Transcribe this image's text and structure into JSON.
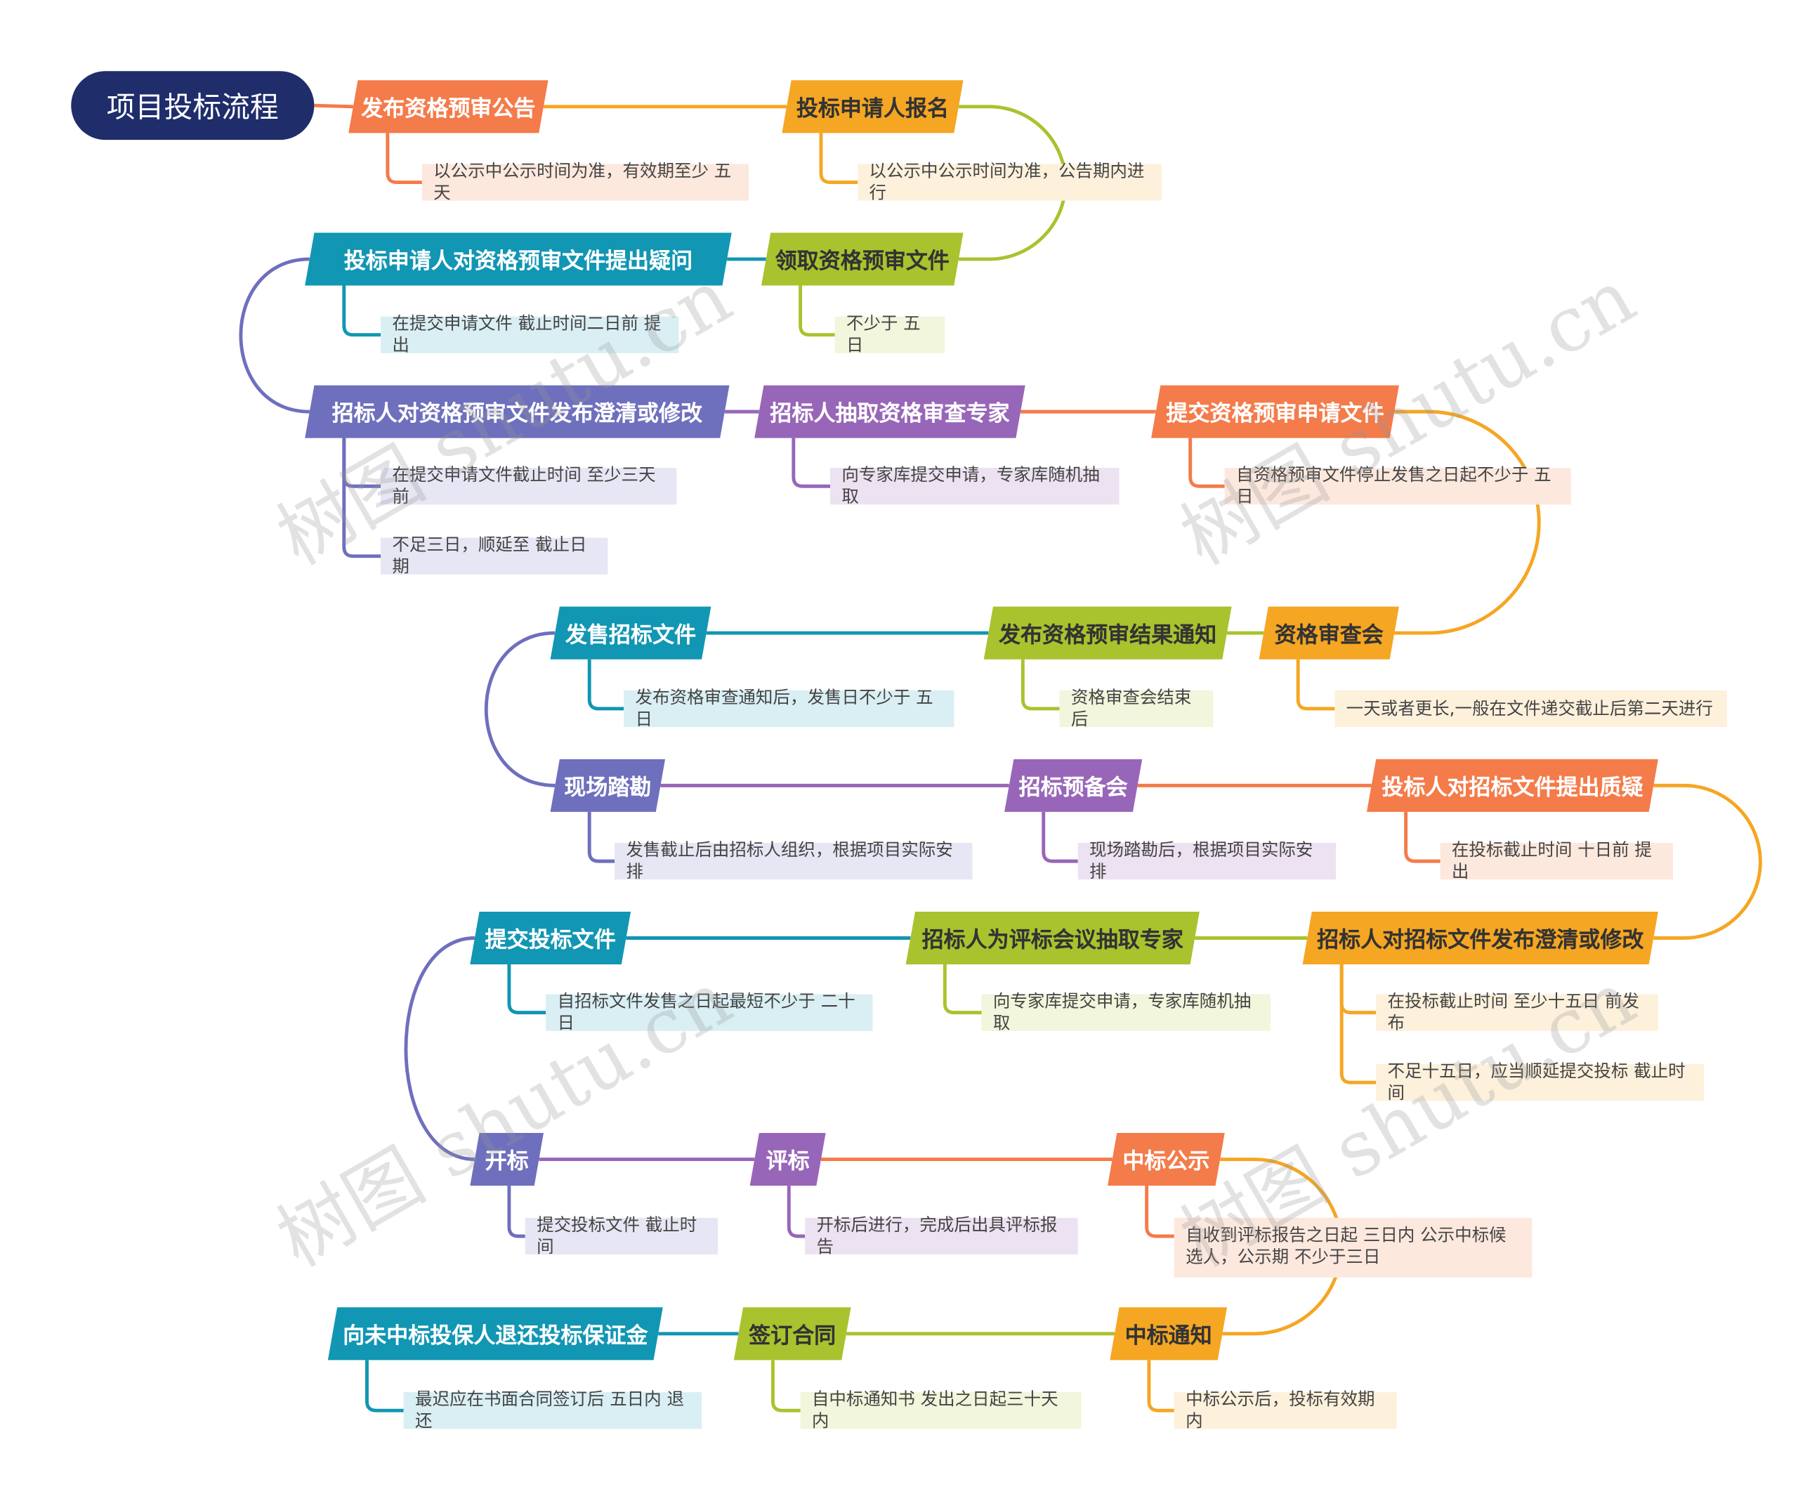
{
  "root": "项目投标流程",
  "colors": {
    "root": "#1f2d6b",
    "orange_red": "#f47b4a",
    "orange": "#f5a623",
    "lime": "#a8c32e",
    "teal": "#1196b3",
    "indigo": "#6e6fbd",
    "purple": "#9866b8"
  },
  "nodes": [
    {
      "id": "n1",
      "label": "发布资格预审公告",
      "color": "orange_red"
    },
    {
      "id": "n2",
      "label": "投标申请人报名",
      "color": "orange"
    },
    {
      "id": "n3",
      "label": "领取资格预审文件",
      "color": "lime"
    },
    {
      "id": "n4",
      "label": "投标申请人对资格预审文件提出疑问",
      "color": "teal"
    },
    {
      "id": "n5",
      "label": "招标人对资格预审文件发布澄清或修改",
      "color": "indigo"
    },
    {
      "id": "n6",
      "label": "招标人抽取资格审查专家",
      "color": "purple"
    },
    {
      "id": "n7",
      "label": "提交资格预审申请文件",
      "color": "orange_red"
    },
    {
      "id": "n8",
      "label": "资格审查会",
      "color": "orange"
    },
    {
      "id": "n9",
      "label": "发布资格预审结果通知",
      "color": "lime"
    },
    {
      "id": "n10",
      "label": "发售招标文件",
      "color": "teal"
    },
    {
      "id": "n11",
      "label": "现场踏勘",
      "color": "indigo"
    },
    {
      "id": "n12",
      "label": "招标预备会",
      "color": "purple"
    },
    {
      "id": "n13",
      "label": "投标人对招标文件提出质疑",
      "color": "orange_red"
    },
    {
      "id": "n14",
      "label": "招标人对招标文件发布澄清或修改",
      "color": "orange"
    },
    {
      "id": "n15",
      "label": "招标人为评标会议抽取专家",
      "color": "lime"
    },
    {
      "id": "n16",
      "label": "提交投标文件",
      "color": "teal"
    },
    {
      "id": "n17",
      "label": "开标",
      "color": "indigo"
    },
    {
      "id": "n18",
      "label": "评标",
      "color": "purple"
    },
    {
      "id": "n19",
      "label": "中标公示",
      "color": "orange_red"
    },
    {
      "id": "n20",
      "label": "中标通知",
      "color": "orange"
    },
    {
      "id": "n21",
      "label": "签订合同",
      "color": "lime"
    },
    {
      "id": "n22",
      "label": "向未中标投保人退还投标保证金",
      "color": "teal"
    }
  ],
  "notes": [
    {
      "parent": "n1",
      "text": "以公示中公示时间为准，有效期至少 五天"
    },
    {
      "parent": "n2",
      "text": "以公示中公示时间为准，公告期内进行"
    },
    {
      "parent": "n3",
      "text": "不少于 五日"
    },
    {
      "parent": "n4",
      "text": "在提交申请文件 截止时间二日前 提出"
    },
    {
      "parent": "n5",
      "text": "在提交申请文件截止时间 至少三天前"
    },
    {
      "parent": "n5",
      "text": "不足三日，顺延至 截止日期"
    },
    {
      "parent": "n6",
      "text": "向专家库提交申请，专家库随机抽取"
    },
    {
      "parent": "n7",
      "text": "自资格预审文件停止发售之日起不少于 五日"
    },
    {
      "parent": "n8",
      "text": "一天或者更长,一般在文件递交截止后第二天进行"
    },
    {
      "parent": "n9",
      "text": "资格审查会结束后"
    },
    {
      "parent": "n10",
      "text": "发布资格审查通知后，发售日不少于 五日"
    },
    {
      "parent": "n11",
      "text": "发售截止后由招标人组织，根据项目实际安排"
    },
    {
      "parent": "n12",
      "text": "现场踏勘后，根据项目实际安排"
    },
    {
      "parent": "n13",
      "text": "在投标截止时间 十日前 提出"
    },
    {
      "parent": "n14",
      "text": "在投标截止时间 至少十五日 前发布"
    },
    {
      "parent": "n14",
      "text": "不足十五日，应当顺延提交投标 截止时间"
    },
    {
      "parent": "n15",
      "text": "向专家库提交申请，专家库随机抽取"
    },
    {
      "parent": "n16",
      "text": "自招标文件发售之日起最短不少于 二十日"
    },
    {
      "parent": "n17",
      "text": "提交投标文件 截止时间"
    },
    {
      "parent": "n18",
      "text": "开标后进行，完成后出具评标报告"
    },
    {
      "parent": "n19",
      "text": "自收到评标报告之日起 三日内 公示中标候选人，公示期 不少于三日"
    },
    {
      "parent": "n20",
      "text": "中标公示后，投标有效期内"
    },
    {
      "parent": "n21",
      "text": "自中标通知书 发出之日起三十天内"
    },
    {
      "parent": "n22",
      "text": "最迟应在书面合同签订后 五日内 退还"
    }
  ],
  "watermark": "树图 shutu.cn"
}
